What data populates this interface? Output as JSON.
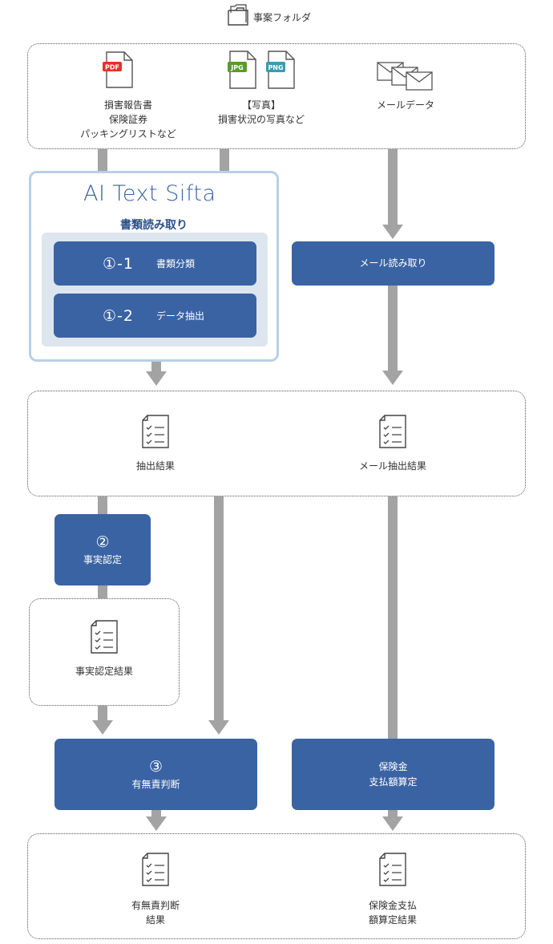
{
  "folder": {
    "label": "事案フォルダ"
  },
  "sources": {
    "documents": {
      "badge": "PDF",
      "lines": [
        "損害報告書",
        "保険証券",
        "パッキングリストなど"
      ]
    },
    "photos": {
      "badges": [
        "JPG",
        "PNG"
      ],
      "lines": [
        "【写真】",
        "損害状況の写真など"
      ]
    },
    "mail": {
      "lines": [
        "メールデータ"
      ]
    }
  },
  "ai": {
    "logo": "AI Text Sifta",
    "title": "書類読み取り",
    "steps": [
      {
        "num": "①-1",
        "label": "書類分類"
      },
      {
        "num": "①-2",
        "label": "データ抽出"
      }
    ]
  },
  "mail_read": {
    "label": "メール読み取り"
  },
  "results": {
    "extract": "抽出結果",
    "mail_extract": "メール抽出結果"
  },
  "fact": {
    "num": "②",
    "label": "事実認定"
  },
  "fact_result": {
    "label": "事実認定結果"
  },
  "liability": {
    "num": "③",
    "label": "有無責判断"
  },
  "payout": {
    "lines": [
      "保険金",
      "支払額算定"
    ]
  },
  "final": {
    "liability_result": [
      "有無責判断",
      "結果"
    ],
    "payout_result": [
      "保険金支払",
      "額算定結果"
    ]
  },
  "colors": {
    "box_blue": "#3a63a3",
    "arrow_gray": "#a3a3a3",
    "panel_border": "#b8d0e6",
    "panel_inner": "#dde5ee",
    "pdf_red": "#e0342a",
    "jpg_green": "#5a9a2e",
    "png_teal": "#3d9bb0"
  }
}
